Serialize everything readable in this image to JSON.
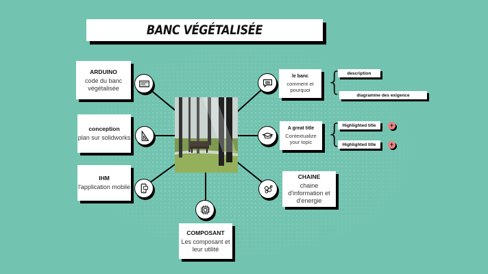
{
  "title": "BANC VÉGÉTALISÉE",
  "colors": {
    "background": "#72c3b0",
    "accent_plus": "#f07f7f",
    "box": "#ffffff",
    "shadow": "#000000"
  },
  "center_image": {
    "alt": "park bench among trees"
  },
  "left_topics": [
    {
      "title": "ARDUINO",
      "subtitle": "code du banc végétalisée",
      "icon": "keyboard-icon"
    },
    {
      "title": "conception",
      "subtitle": "plan sur solidworks",
      "icon": "set-square-icon"
    },
    {
      "title": "IHM",
      "subtitle": "l'application mobile",
      "icon": "mobile-chat-icon"
    }
  ],
  "bottom_topic": {
    "title": "COMPOSANT",
    "subtitle": "Les composant et leur utilité",
    "icon": "chip-icon"
  },
  "right_topics": [
    {
      "title": "le banc",
      "subtitle": "comment et pourquoi",
      "icon": "speech-bubble-icon",
      "subtopics": [
        {
          "label": "description"
        },
        {
          "label": "diagramme des exigence"
        }
      ]
    },
    {
      "title": "A great title",
      "subtitle": "Contextualize your topic",
      "icon": "graduation-cap-icon",
      "subtopics": [
        {
          "label": "Highlighted title",
          "action": "+"
        },
        {
          "label": "Highlighted title",
          "action": "+"
        }
      ]
    },
    {
      "title": "CHAINE",
      "subtitle": "chaine d'information et d'energie",
      "icon": "molecule-icon"
    }
  ]
}
